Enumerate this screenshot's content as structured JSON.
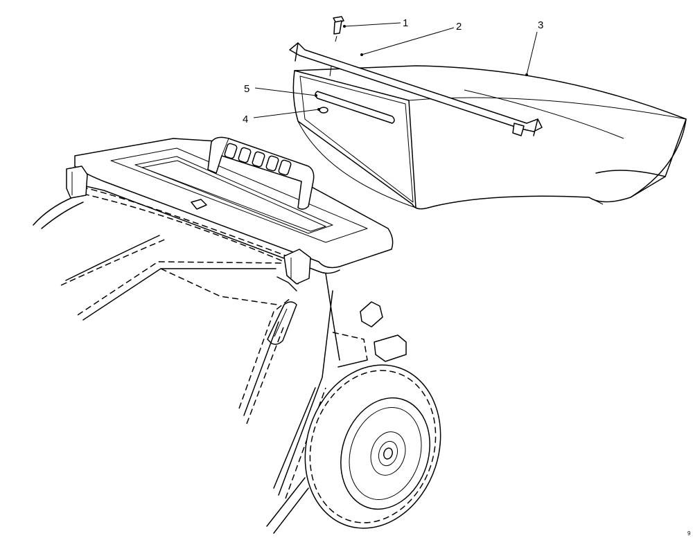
{
  "callouts": [
    {
      "number": "1",
      "part": "bolt"
    },
    {
      "number": "2",
      "part": "hanger-rod"
    },
    {
      "number": "3",
      "part": "side-discharge-chute"
    },
    {
      "number": "4",
      "part": "nut"
    },
    {
      "number": "5",
      "part": "strap"
    }
  ],
  "corner_mark": "9"
}
